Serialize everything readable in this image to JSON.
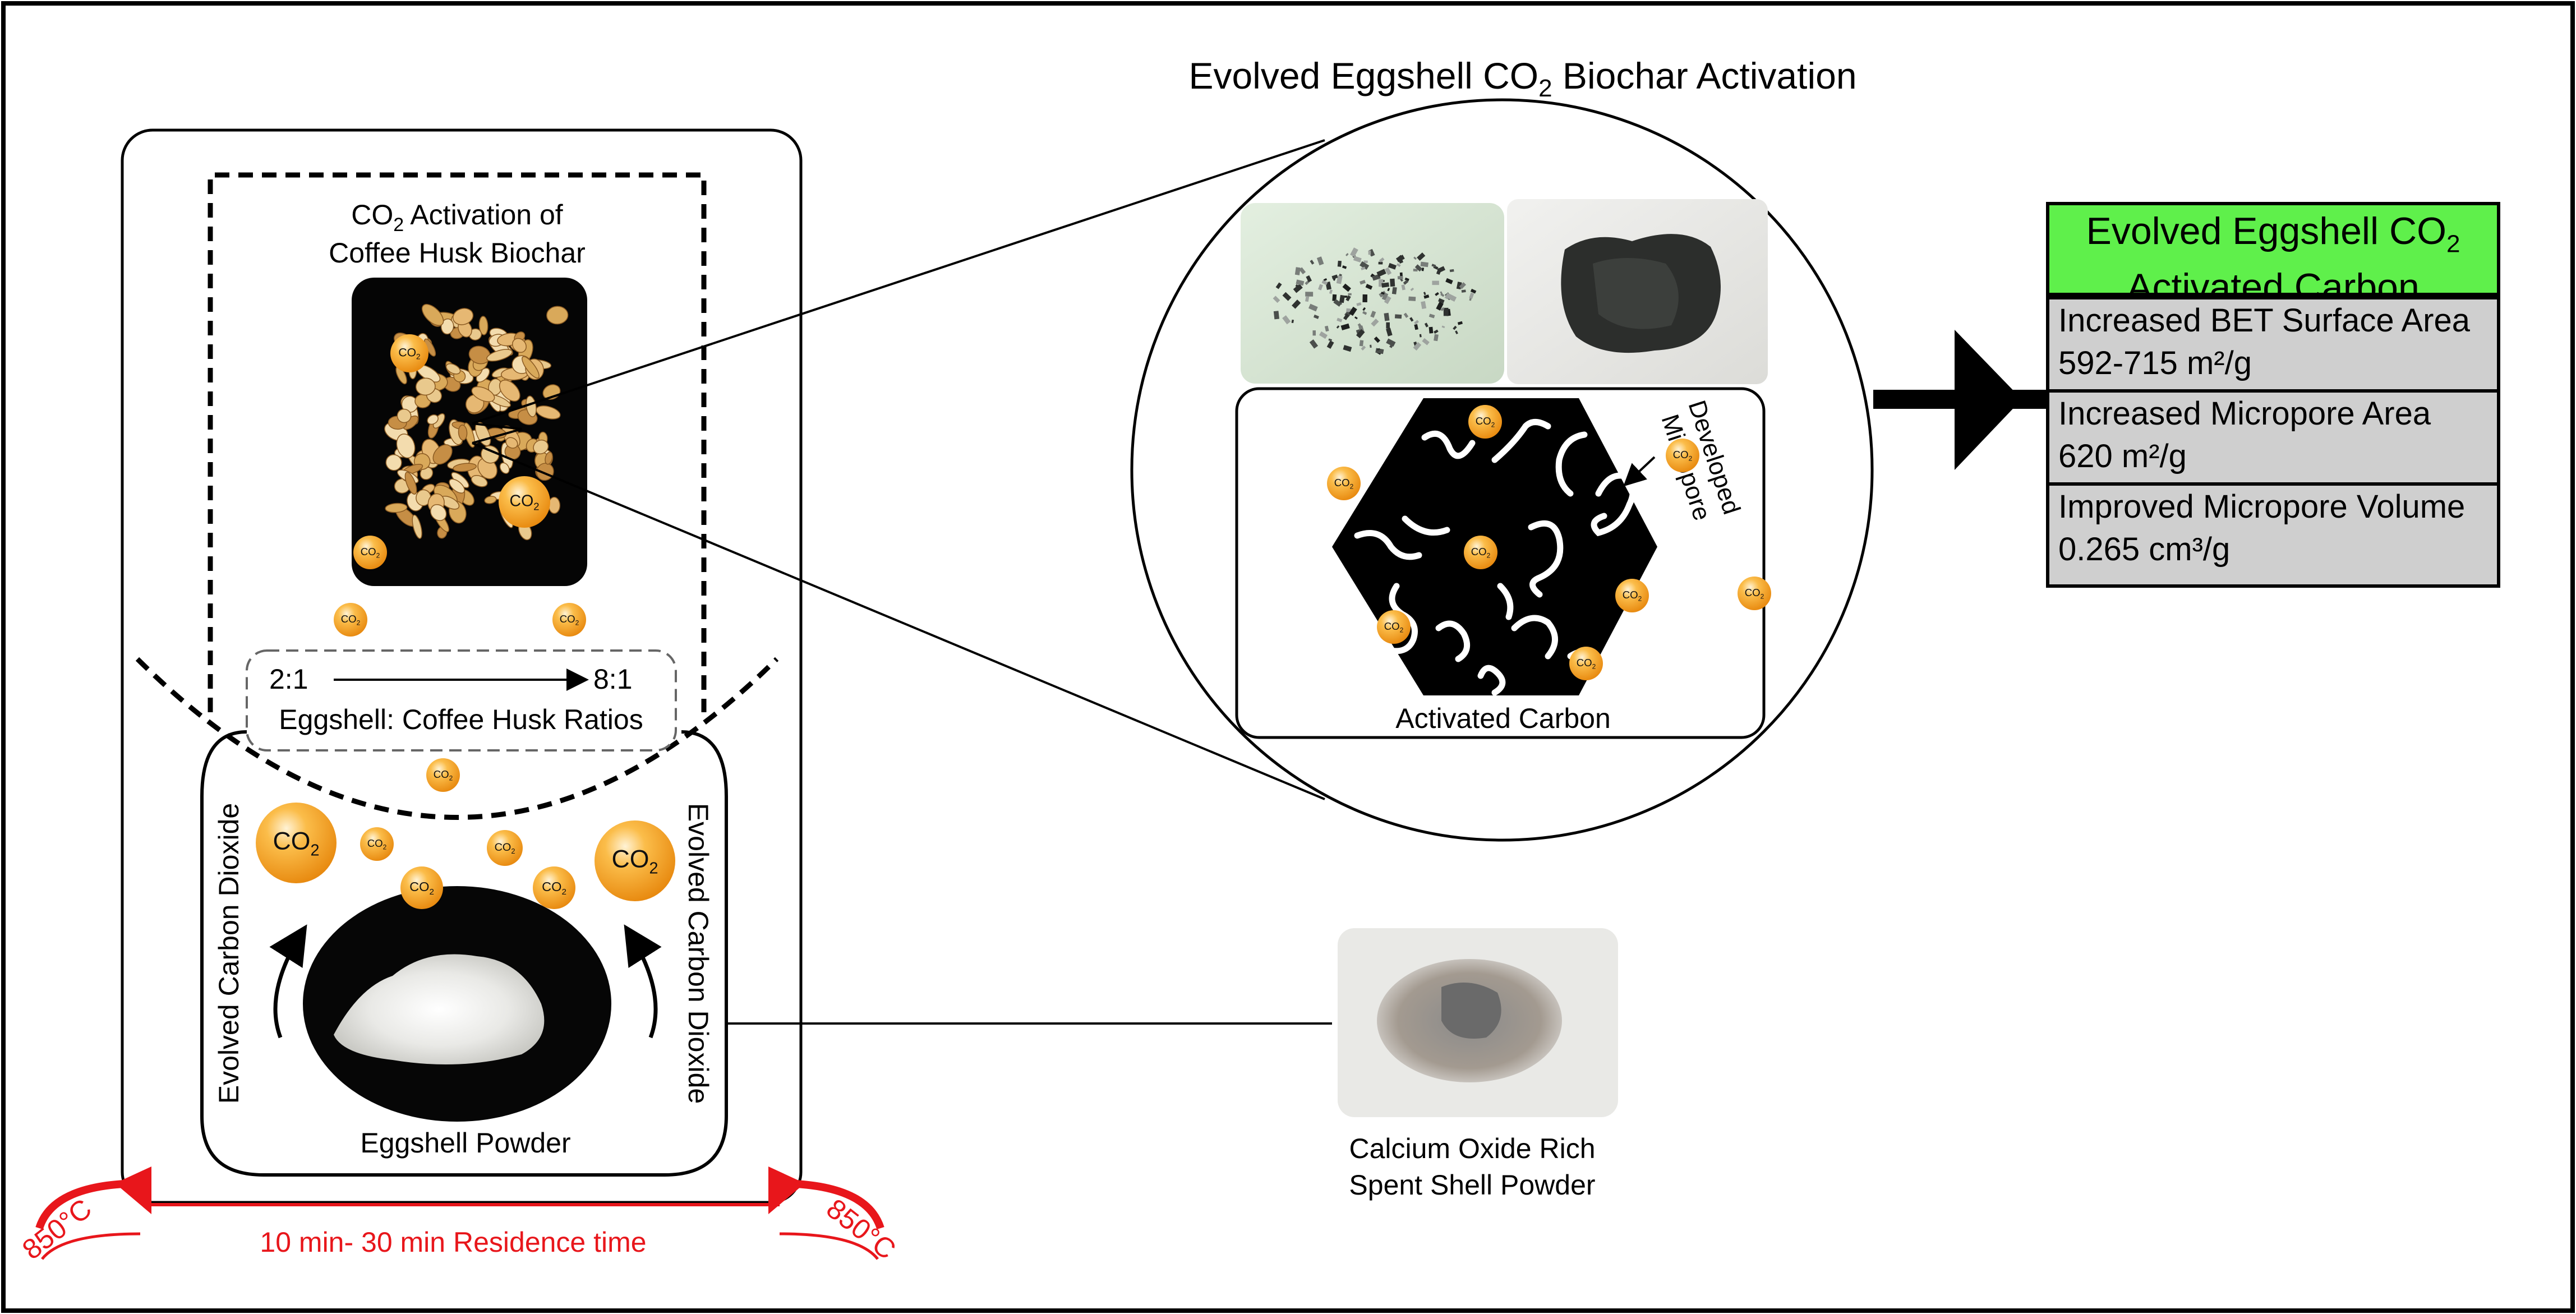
{
  "main_title": {
    "pre": "Evolved Eggshell CO",
    "sub": "2",
    "post": " Biochar Activation"
  },
  "chamber": {
    "activation_label_line1": {
      "pre": "CO",
      "sub": "2",
      "post": " Activation of"
    },
    "activation_label_line2": "Coffee Husk Biochar",
    "ratio_start": "2:1",
    "ratio_end": "8:1",
    "ratio_caption": "Eggshell: Coffee Husk Ratios",
    "left_side_label": "Evolved Carbon Dioxide",
    "right_side_label": "Evolved Carbon Dioxide",
    "powder_label": "Eggshell Powder"
  },
  "co2_bubble": {
    "pre": "CO",
    "sub": "2"
  },
  "heating": {
    "temp_left": "850°C",
    "temp_right": "850°C",
    "residence": "10 min- 30 min Residence time"
  },
  "zoom": {
    "micropore_label_line1": "Developed",
    "micropore_label_line2": "Micropore",
    "carbon_label": "Activated Carbon"
  },
  "spent": {
    "line1": "Calcium Oxide Rich",
    "line2": "Spent Shell Powder"
  },
  "result": {
    "header_line1": {
      "pre": "Evolved Eggshell CO",
      "sub": "2"
    },
    "header_line2": "Activated Carbon",
    "rows": [
      {
        "label": "Increased BET Surface Area",
        "value": "592-715 m²/g"
      },
      {
        "label": "Increased Micropore Area",
        "value": "620 m²/g"
      },
      {
        "label": "Improved Micropore Volume",
        "value": "0.265 cm³/g"
      }
    ]
  },
  "colors": {
    "heat": "#e8161b",
    "result_header": "#5ff04b",
    "result_rows": "#cfcfcf",
    "co2_bubble": "#f5a21e"
  }
}
